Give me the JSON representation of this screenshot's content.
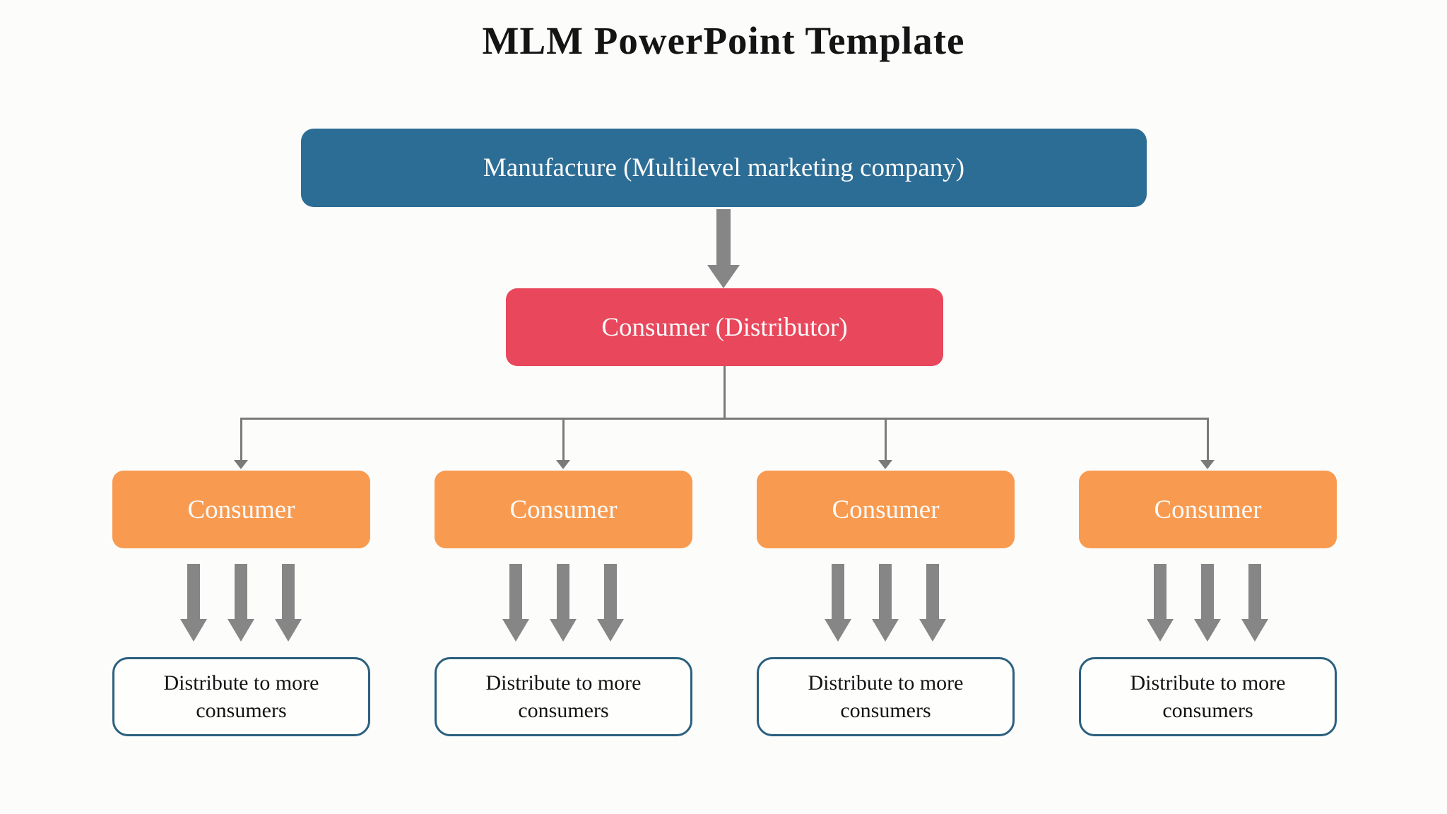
{
  "page": {
    "title": "MLM PowerPoint Template"
  },
  "palette": {
    "manufacture_fill": "#2C6D96",
    "distributor_fill": "#E8475C",
    "consumer_fill": "#F89B50",
    "arrow_gray": "#868686",
    "connector_gray": "#7A7A7A",
    "leaf_border": "#2B5F7E",
    "leaf_fill": "#FEFEFD",
    "box_text": "#FAFAFA",
    "leaf_text": "#131313",
    "title_text": "#141414",
    "page_bg": "#FCFCFB"
  },
  "diagram": {
    "root": {
      "label": "Manufacture (Multilevel marketing company)"
    },
    "distributor": {
      "label": "Consumer (Distributor)"
    },
    "branches": [
      {
        "consumer_label": "Consumer",
        "leaf_label": "Distribute to more consumers"
      },
      {
        "consumer_label": "Consumer",
        "leaf_label": "Distribute to more consumers"
      },
      {
        "consumer_label": "Consumer",
        "leaf_label": "Distribute to more consumers"
      },
      {
        "consumer_label": "Consumer",
        "leaf_label": "Distribute to more consumers"
      }
    ]
  }
}
